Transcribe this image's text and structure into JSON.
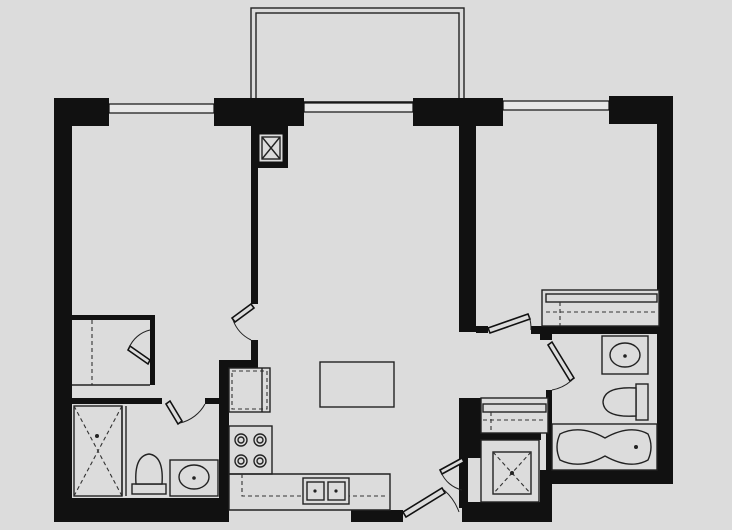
{
  "colors": {
    "background": "#dcdcdc",
    "wall": "#111111",
    "line": "#222222"
  },
  "plan": {
    "rooms": [
      {
        "id": "bedroom-left"
      },
      {
        "id": "living-area"
      },
      {
        "id": "bedroom-right"
      },
      {
        "id": "bathroom-left"
      },
      {
        "id": "bathroom-right"
      },
      {
        "id": "kitchen"
      },
      {
        "id": "balcony"
      }
    ],
    "icons": [
      "closet-icon",
      "shower-icon",
      "toilet-icon",
      "sink-icon",
      "stove-icon",
      "double-sink-icon",
      "bathtub-icon",
      "kitchen-island-icon",
      "washer-dryer-icon",
      "shaft-icon"
    ]
  }
}
